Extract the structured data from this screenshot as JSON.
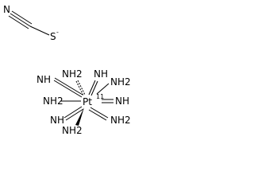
{
  "thiocyanate": {
    "nitrogen": "N",
    "sulfur": "S",
    "charge": "-"
  },
  "complex": {
    "center_symbol": "Pt",
    "oxidation_state": "11",
    "ligands": {
      "top_left": "NH",
      "top_mid": "NH2",
      "top_right": "NH",
      "top_far_right": "NH2",
      "left": "NH2",
      "right": "NH",
      "bottom_left": "NH",
      "bottom_mid": "NH2",
      "bottom_right": "NH2"
    }
  }
}
